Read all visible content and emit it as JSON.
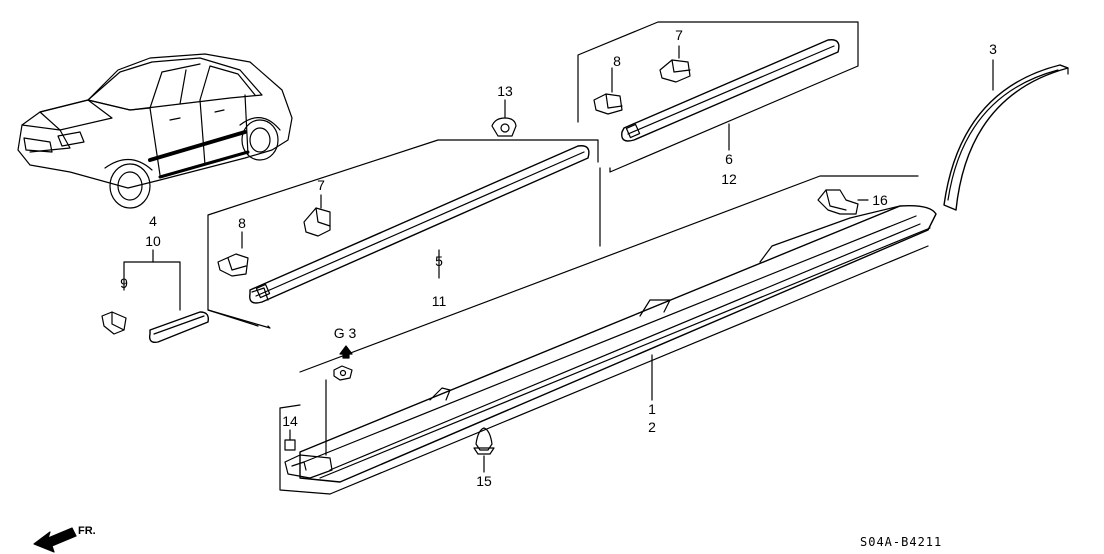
{
  "diagram": {
    "code": "S04A-B4211",
    "direction": "FR.",
    "reference": "G 3",
    "callouts": {
      "c1": "1",
      "c2": "2",
      "c3": "3",
      "c4": "4",
      "c10a": "10",
      "c9": "9",
      "c5": "5",
      "c11": "11",
      "c6": "6",
      "c12": "12",
      "c7a": "7",
      "c7b": "7",
      "c8a": "8",
      "c8b": "8",
      "c13": "13",
      "c14": "14",
      "c15": "15",
      "c16": "16"
    }
  }
}
